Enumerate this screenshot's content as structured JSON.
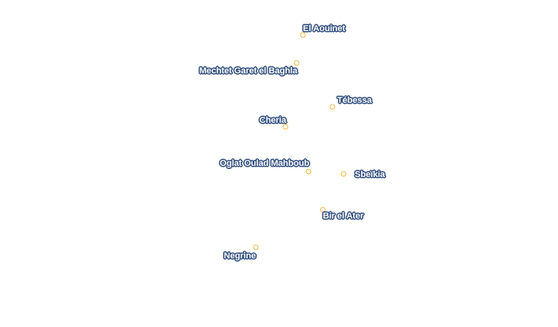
{
  "colors": {
    "label_text": "#ffffff",
    "label_halo": "#2f4d7d",
    "marker": "#f0b94a"
  },
  "places": [
    {
      "id": "el-aouinet",
      "name": "El Aouinet"
    },
    {
      "id": "mechtet-garet-el-baghla",
      "name": "Mechtet Garet el Baghla"
    },
    {
      "id": "tebessa",
      "name": "Tébessa"
    },
    {
      "id": "cheria",
      "name": "Cheria"
    },
    {
      "id": "oglat-oulad-mahboub",
      "name": "Oglat Oulad Mahboub"
    },
    {
      "id": "sbeikia",
      "name": "Sbeïkia"
    },
    {
      "id": "bir-el-ater",
      "name": "Bir el Ater"
    },
    {
      "id": "negrine",
      "name": "Negrine"
    }
  ]
}
